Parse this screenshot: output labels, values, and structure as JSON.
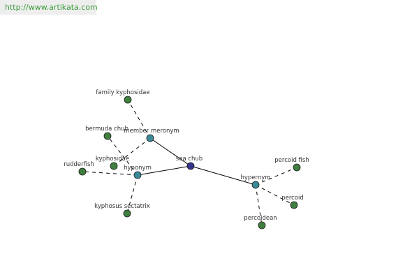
{
  "source": {
    "url_text": "http://www.artikata.com"
  },
  "diagram": {
    "nodes": {
      "sea_chub": "sea chub",
      "member_meronym": "member meronym",
      "hyponym": "hyponym",
      "hypernym": "hypernym",
      "family_kyphosidae": "family kyphosidae",
      "bermuda_chub": "bermuda chub",
      "kyphosidae": "kyphosidae",
      "rudderfish": "rudderfish",
      "kyphosus_sectatrix": "kyphosus sectatrix",
      "percoid_fish": "percoid fish",
      "percoid": "percoid",
      "percoidean": "percoidean"
    },
    "colors": {
      "center": "#35358a",
      "relation": "#3a8a9a",
      "leaf": "#3f7f3f",
      "link": "#3a9a3a"
    }
  }
}
